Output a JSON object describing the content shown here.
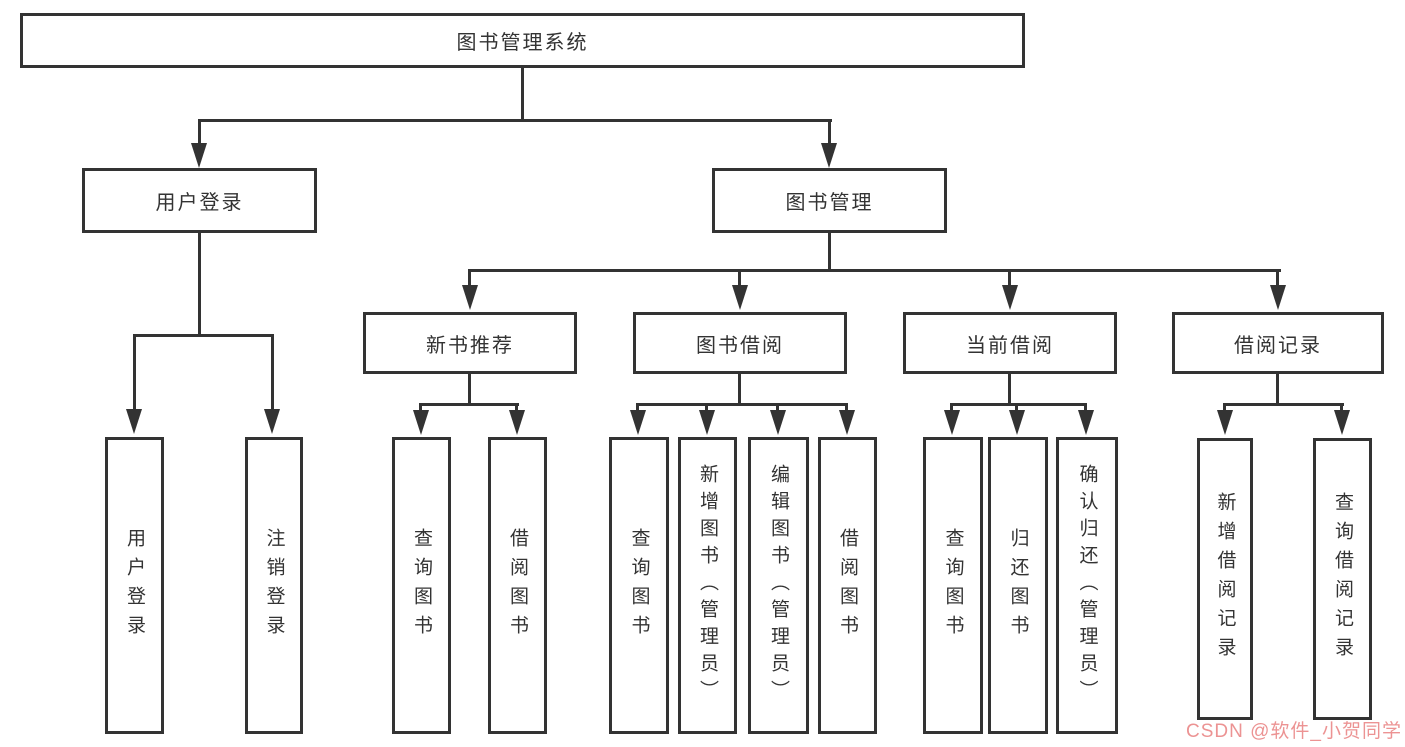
{
  "tree": {
    "root": {
      "label": "图书管理系统"
    },
    "branches": [
      {
        "label": "用户登录",
        "children": [
          {
            "label": "用户登录"
          },
          {
            "label": "注销登录"
          }
        ]
      },
      {
        "label": "图书管理",
        "children": [
          {
            "label": "新书推荐",
            "children": [
              {
                "label": "查询图书"
              },
              {
                "label": "借阅图书"
              }
            ]
          },
          {
            "label": "图书借阅",
            "children": [
              {
                "label": "查询图书"
              },
              {
                "label": "新增图书（管理员）"
              },
              {
                "label": "编辑图书（管理员）"
              },
              {
                "label": "借阅图书"
              }
            ]
          },
          {
            "label": "当前借阅",
            "children": [
              {
                "label": "查询图书"
              },
              {
                "label": "归还图书"
              },
              {
                "label": "确认归还（管理员）"
              }
            ]
          },
          {
            "label": "借阅记录",
            "children": [
              {
                "label": "新增借阅记录"
              },
              {
                "label": "查询借阅记录"
              }
            ]
          }
        ]
      }
    ]
  },
  "watermark": {
    "text": "CSDN @软件_小贺同学",
    "color": "#ec9393"
  },
  "colors": {
    "line": "#333333",
    "box_border": "#333333",
    "text": "#333333",
    "background": "#ffffff"
  }
}
